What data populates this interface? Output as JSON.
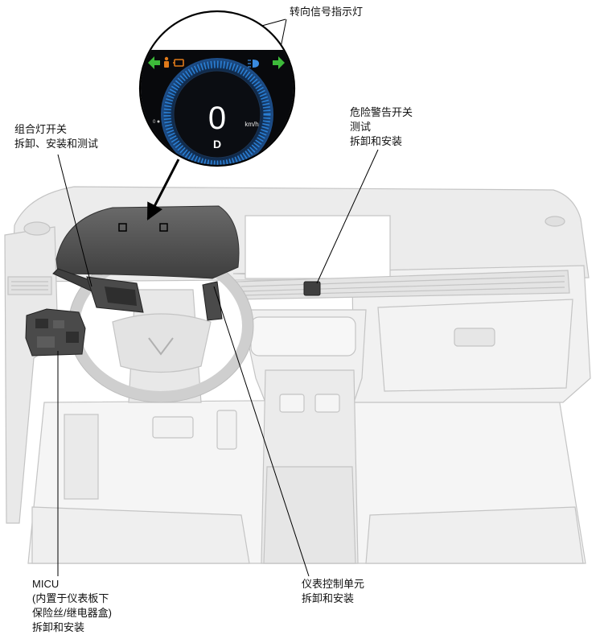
{
  "labels": {
    "turn_signal": "转向信号指示灯",
    "combo_switch": [
      "组合灯开关",
      "拆卸、安装和测试"
    ],
    "hazard_switch": [
      "危险警告开关",
      "测试",
      "拆卸和安装"
    ],
    "micu": [
      "MICU",
      "(内置于仪表板下",
      "保险丝/继电器盒)",
      "拆卸和安装"
    ],
    "gauge_unit": [
      "仪表控制单元",
      "拆卸和安装"
    ]
  },
  "display": {
    "speed": "0",
    "speed_unit": "km/h",
    "gear": "D",
    "small_readout": "0"
  },
  "colors": {
    "turn_signal_arrow": "#3dbb3a",
    "warning_icon": "#e07a1a",
    "headlight_icon": "#3a8be0",
    "gauge_ring": "#2a7fd4",
    "dark_part": "#3f3f3f",
    "dash_line": "#c4c4c4"
  },
  "icons": [
    "turn-left-arrow-icon",
    "turn-right-arrow-icon",
    "seatbelt-warning-icon",
    "engine-warning-icon",
    "headlight-icon"
  ]
}
